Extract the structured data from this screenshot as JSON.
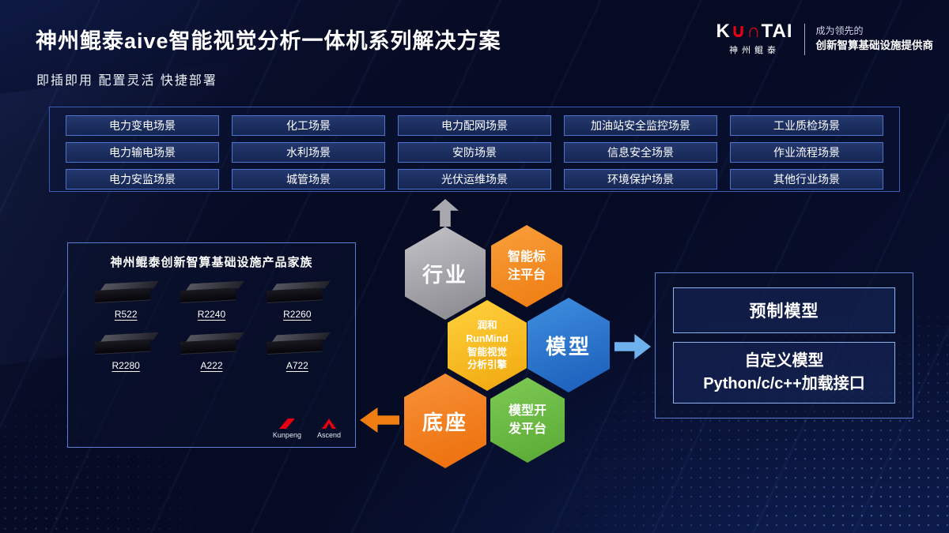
{
  "slide": {
    "title": "神州鲲泰aive智能视觉分析一体机系列解决方案",
    "subtitle": "即插即用 配置灵活 快捷部署"
  },
  "logo": {
    "brand_k": "K",
    "brand_mid": "∪∩",
    "brand_tai": "TAI",
    "brand_cn": "神州鲲泰",
    "tagline_1": "成为领先的",
    "tagline_2": "创新智算基础设施提供商"
  },
  "scenarios": {
    "rows": [
      [
        "电力变电场景",
        "化工场景",
        "电力配网场景",
        "加油站安全监控场景",
        "工业质检场景"
      ],
      [
        "电力输电场景",
        "水利场景",
        "安防场景",
        "信息安全场景",
        "作业流程场景"
      ],
      [
        "电力安监场景",
        "城管场景",
        "光伏运维场景",
        "环境保护场景",
        "其他行业场景"
      ]
    ]
  },
  "hexagons": {
    "industry": "行业",
    "annotation_platform": "智能标\n注平台",
    "engine": "润和\nRunMind\n智能视觉\n分析引擎",
    "model": "模型",
    "base": "底座",
    "dev_platform": "模型开\n发平台"
  },
  "products": {
    "title": "神州鲲泰创新智算基础设施产品家族",
    "items": [
      "R522",
      "R2240",
      "R2260",
      "R2280",
      "A222",
      "A722"
    ],
    "vendor_logos": [
      "Kunpeng",
      "Ascend"
    ]
  },
  "model_panel": {
    "prebuilt": "预制模型",
    "custom": "自定义模型\nPython/c/c++加载接口"
  },
  "colors": {
    "accent_orange": "#ee7b10",
    "accent_blue": "#1a5cb8",
    "accent_green": "#58a934",
    "accent_yellow": "#f0a70d",
    "accent_gray": "#a8a8ae",
    "brand_red": "#e60012"
  }
}
